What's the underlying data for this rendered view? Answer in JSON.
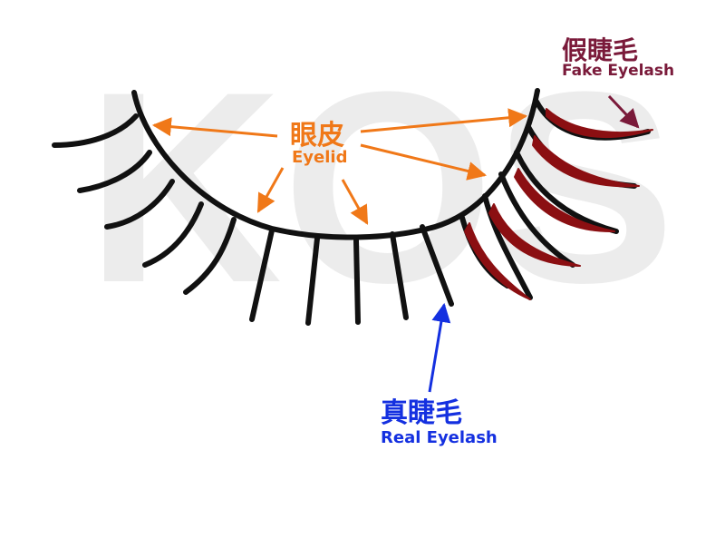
{
  "watermark": "KOS",
  "labels": {
    "eyelid": {
      "cn": "眼皮",
      "en": "Eyelid"
    },
    "fake_eyelash": {
      "cn": "假睫毛",
      "en": "Fake Eyelash"
    },
    "real_eyelash": {
      "cn": "真睫毛",
      "en": "Real Eyelash"
    }
  },
  "colors": {
    "eyelid": "#f07818",
    "fake_eyelash": "#7a1a3a",
    "real_eyelash": "#1430e0",
    "lash": "#111111",
    "fake_lash_fill": "#8b0f12",
    "watermark": "#ececec"
  }
}
